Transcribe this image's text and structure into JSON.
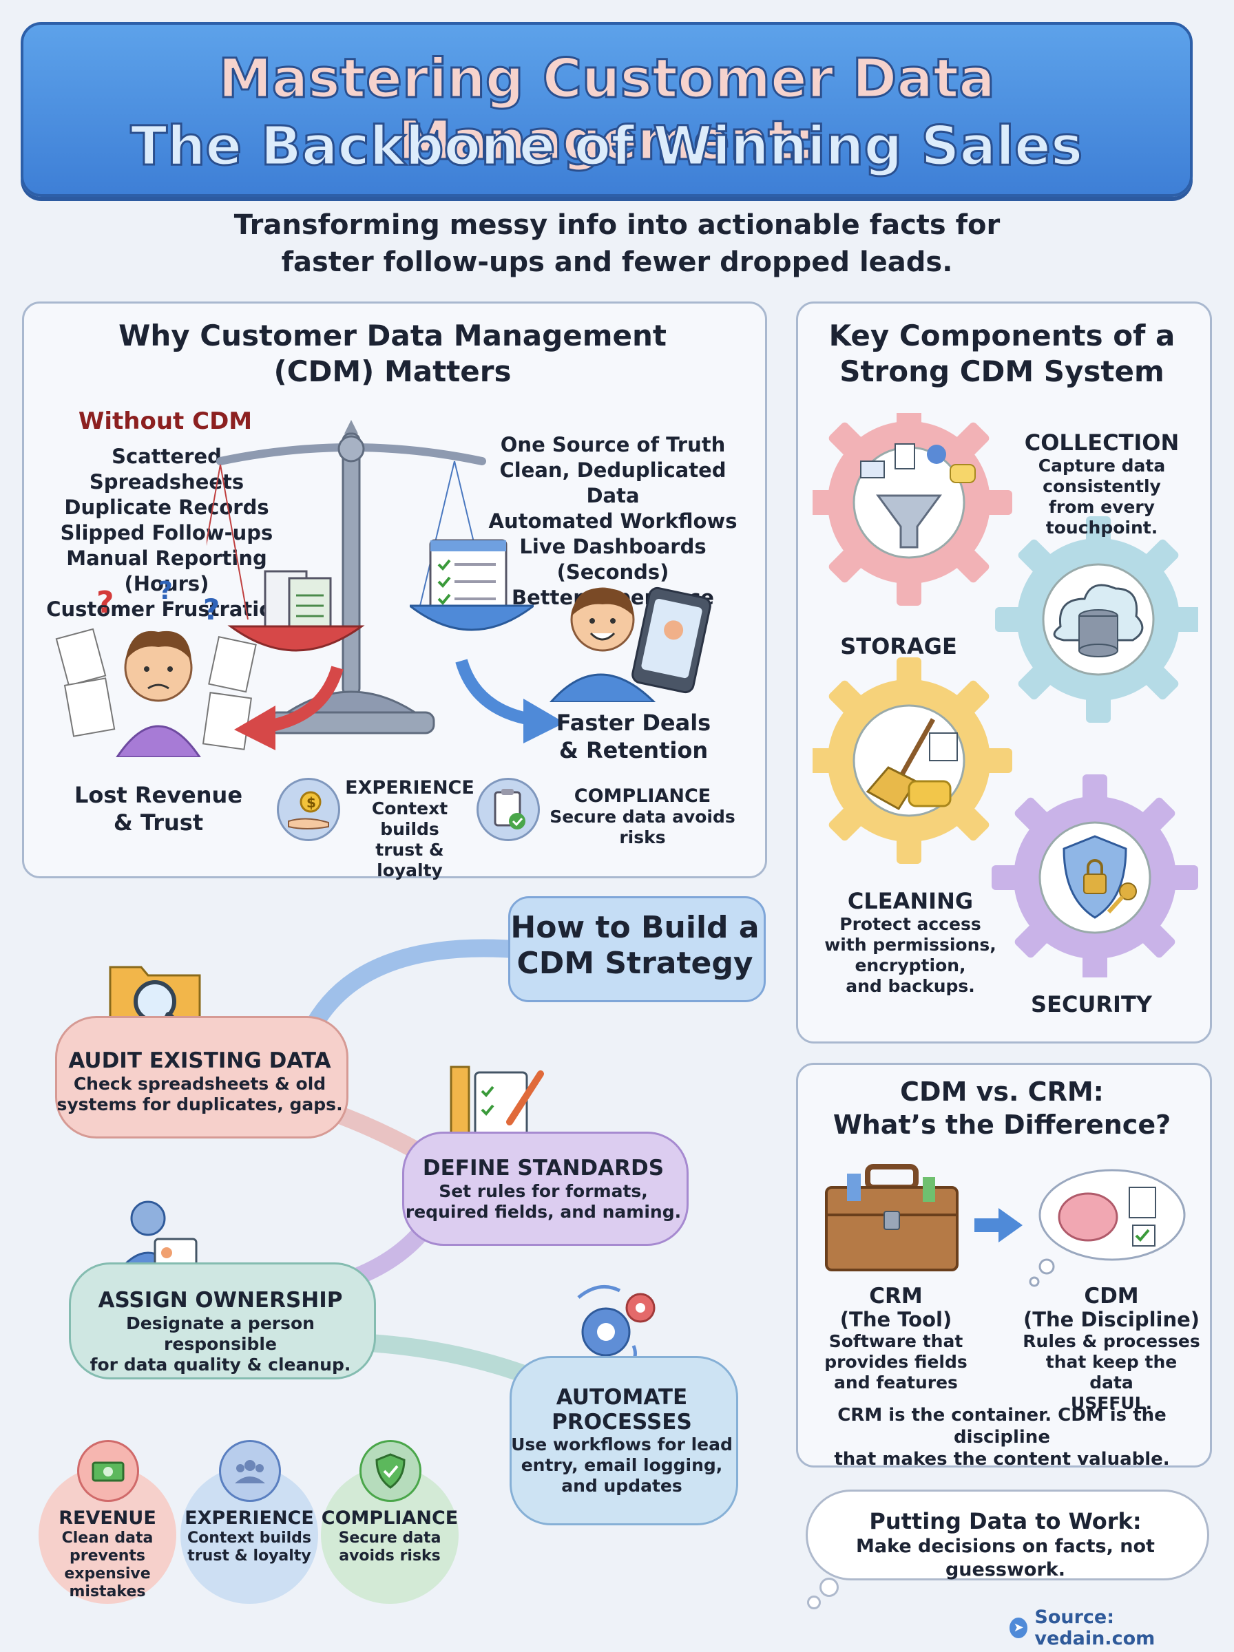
{
  "header": {
    "title_line1": "Mastering Customer Data Management:",
    "title_line2": "The Backbone of Winning Sales",
    "subtitle_line1": "Transforming messy info into actionable facts for",
    "subtitle_line2": "faster follow-ups and fewer dropped leads."
  },
  "why": {
    "title_line1": "Why Customer Data Management",
    "title_line2": "(CDM) Matters",
    "without_heading": "Without CDM",
    "without_items": [
      "Scattered Spreadsheets",
      "Duplicate Records",
      "Slipped Follow-ups",
      "Manual Reporting (Hours)",
      "Customer Frustration"
    ],
    "with_items": [
      "One Source of Truth",
      "Clean, Deduplicated Data",
      "Automated Workflows",
      "Live Dashboards (Seconds)",
      "Better Experience"
    ],
    "left_outcome_line1": "Lost Revenue",
    "left_outcome_line2": "& Trust",
    "right_outcome_line1": "Faster Deals",
    "right_outcome_line2": "& Retention",
    "experience_title": "EXPERIENCE",
    "experience_line1": "Context builds",
    "experience_line2": "trust & loyalty",
    "compliance_title": "COMPLIANCE",
    "compliance_text": "Secure data avoids risks"
  },
  "components": {
    "title_line1": "Key Components of a",
    "title_line2": "Strong CDM System",
    "collection_title": "COLLECTION",
    "collection_lines": [
      "Capture data",
      "consistently",
      "from every",
      "touchpoint."
    ],
    "storage_title": "STORAGE",
    "cleaning_title": "CLEANING",
    "cleaning_lines": [
      "Protect access",
      "with permissions,",
      "encryption,",
      "and backups."
    ],
    "security_title": "SECURITY",
    "colors": {
      "collection": "#f2b2b6",
      "storage": "#b5dbe6",
      "cleaning": "#f6d27a",
      "security": "#c9b3e8"
    }
  },
  "strategy": {
    "title_line1": "How to Build a",
    "title_line2": "CDM Strategy",
    "audit_title": "AUDIT EXISTING DATA",
    "audit_line1": "Check spreadsheets & old",
    "audit_line2": "systems for duplicates, gaps.",
    "define_title": "DEFINE STANDARDS",
    "define_line1": "Set rules for formats,",
    "define_line2": "required fields, and naming.",
    "assign_title": "ASSIGN OWNERSHIP",
    "assign_line1": "Designate a person responsible",
    "assign_line2": "for data quality & cleanup.",
    "automate_title_line1": "AUTOMATE",
    "automate_title_line2": "PROCESSES",
    "automate_lines": [
      "Use workflows for lead",
      "entry, email logging,",
      "and updates"
    ]
  },
  "benefits": [
    {
      "title": "REVENUE",
      "lines": [
        "Clean data",
        "prevents expensive",
        "mistakes"
      ],
      "icon": "money-icon"
    },
    {
      "title": "EXPERIENCE",
      "lines": [
        "Context builds",
        "trust & loyalty"
      ],
      "icon": "people-icon"
    },
    {
      "title": "COMPLIANCE",
      "lines": [
        "Secure data",
        "avoids risks"
      ],
      "icon": "shield-check-icon"
    }
  ],
  "crm_vs": {
    "title_line1": "CDM vs. CRM:",
    "title_line2": "What’s the Difference?",
    "crm_title": "CRM",
    "crm_sub": "(The Tool)",
    "crm_lines": [
      "Software that",
      "provides fields",
      "and features"
    ],
    "cdm_title": "CDM",
    "cdm_sub": "(The Discipline)",
    "cdm_lines": [
      "Rules & processes",
      "that keep the data",
      "USEFUL."
    ],
    "summary_line1": "CRM is the container. CDM is the discipline",
    "summary_line2": "that makes the content valuable."
  },
  "putting": {
    "title": "Putting Data to Work:",
    "text": "Make decisions on facts, not guesswork."
  },
  "source": "Source: vedain.com"
}
